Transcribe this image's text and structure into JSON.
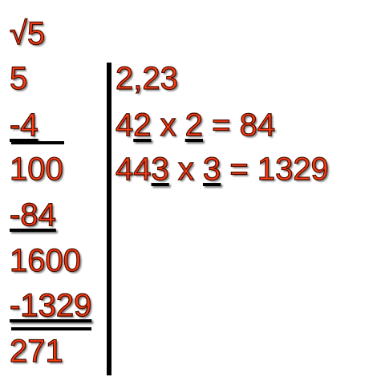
{
  "sqrt_expression": "√5",
  "left_column": {
    "step1": "5",
    "step2": "-4",
    "step3": "100",
    "step4": "-84",
    "step5": "1600",
    "step6": "-1329",
    "step7": "271"
  },
  "result": "2,23",
  "trial1": {
    "prefix": "4",
    "digit": "2",
    "times": " x ",
    "multiplier": "2",
    "equals": " = 84"
  },
  "trial2": {
    "prefix": "44",
    "digit": "3",
    "times": " x ",
    "multiplier": "3",
    "equals": " = 1329"
  },
  "colors": {
    "text": "#ff3c12",
    "rule": "#000000"
  }
}
